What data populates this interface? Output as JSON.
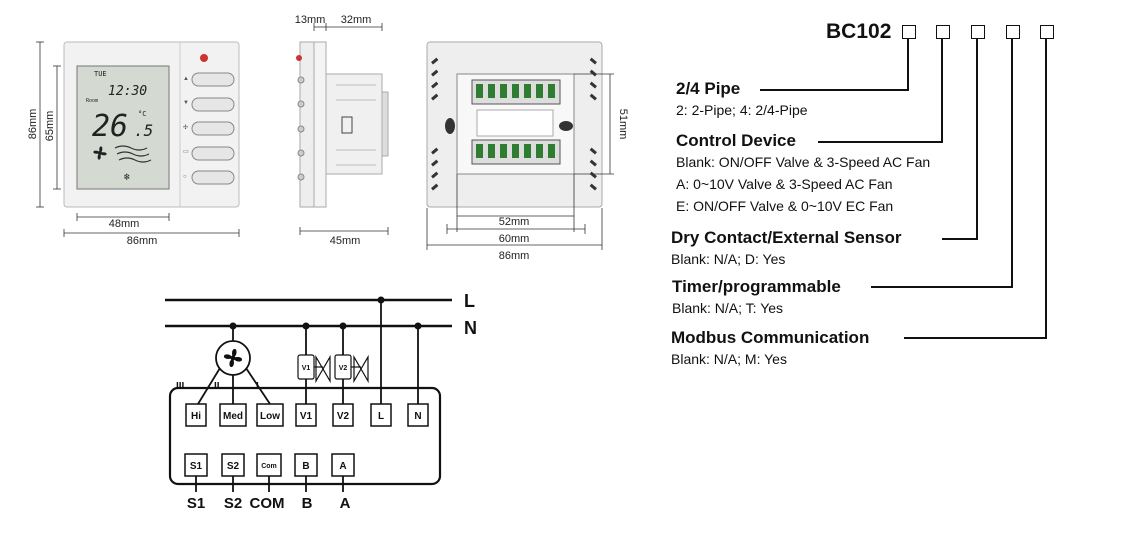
{
  "dimensions": {
    "front_height": "86mm",
    "front_inner_height": "65mm",
    "front_lcd_width": "48mm",
    "front_width": "86mm",
    "side_front": "13mm",
    "side_depth": "32mm",
    "side_total": "45mm",
    "back_height": "51mm",
    "back_inner": "52mm",
    "back_mid": "60mm",
    "back_width": "86mm"
  },
  "lcd": {
    "day": "TUE",
    "time": "12:30",
    "mode": "Room",
    "temp": "26",
    "temp_decimal": ".5",
    "unit": "°C"
  },
  "wiring": {
    "line_L": "L",
    "line_N": "N",
    "speed_hi": "III",
    "speed_med": "II",
    "speed_low": "I",
    "valve1": "V1",
    "valve2": "V2",
    "terminals_top": [
      "Hi",
      "Med",
      "Low",
      "V1",
      "V2",
      "L",
      "N"
    ],
    "terminals_bottom": [
      "S1",
      "S2",
      "Com",
      "B",
      "A"
    ],
    "bottom_labels": [
      "S1",
      "S2",
      "COM",
      "B",
      "A"
    ]
  },
  "model": {
    "code": "BC102",
    "options": [
      {
        "title": "2/4 Pipe",
        "lines": [
          "2: 2-Pipe; 4: 2/4-Pipe"
        ]
      },
      {
        "title": "Control Device",
        "lines": [
          "Blank: ON/OFF Valve & 3-Speed AC Fan",
          "A: 0~10V Valve & 3-Speed AC Fan",
          "E: ON/OFF Valve & 0~10V EC Fan"
        ]
      },
      {
        "title": "Dry Contact/External Sensor",
        "lines": [
          "Blank: N/A; D: Yes"
        ]
      },
      {
        "title": "Timer/programmable",
        "lines": [
          "Blank: N/A; T: Yes"
        ]
      },
      {
        "title": "Modbus Communication",
        "lines": [
          "Blank: N/A; M: Yes"
        ]
      }
    ]
  }
}
